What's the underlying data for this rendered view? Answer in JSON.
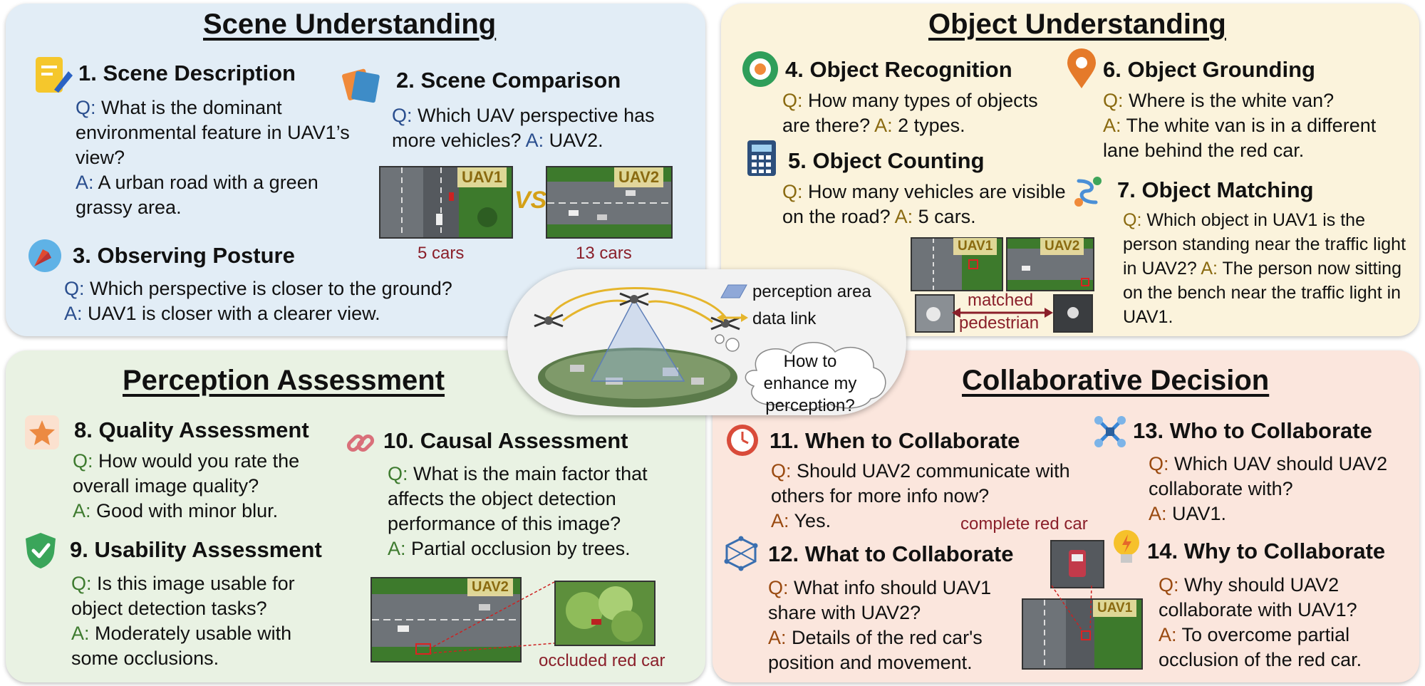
{
  "scene": {
    "title": "Scene Understanding",
    "t1": {
      "head": "1. Scene Description",
      "q_label": "Q:",
      "q": " What is the dominant environmental feature in UAV1’s view?",
      "a_label": "A:",
      "a": " A urban road with a green grassy area."
    },
    "t2": {
      "head": "2. Scene Comparison",
      "q_label": "Q:",
      "q": " Which UAV perspective has more vehicles?",
      "a_label": "A:",
      "a": " UAV2."
    },
    "t3": {
      "head": "3. Observing Posture",
      "q_label": "Q:",
      "q": " Which perspective is closer to the ground?",
      "a_label": "A:",
      "a": " UAV1 is closer with a clearer view."
    },
    "uav1": "UAV1",
    "uav2": "UAV2",
    "vs": "VS",
    "cap1": "5 cars",
    "cap2": "13 cars"
  },
  "object": {
    "title": "Object Understanding",
    "t4": {
      "head": "4. Object Recognition",
      "q_label": "Q:",
      "q": " How many types of objects are there?",
      "a_label": "A:",
      "a": " 2 types."
    },
    "t5": {
      "head": "5. Object Counting",
      "q_label": "Q:",
      "q": " How many vehicles are visible on the road?",
      "a_label": "A:",
      "a": " 5 cars."
    },
    "t6": {
      "head": "6. Object Grounding",
      "q_label": "Q:",
      "q": " Where is the white van?",
      "a_label": "A:",
      "a": " The white van is in a different lane behind the red car."
    },
    "t7": {
      "head": "7. Object Matching",
      "q_label": "Q:",
      "q": " Which object in UAV1 is the person standing near the traffic light in UAV2?",
      "a_label": "A:",
      "a": " The person now sitting on the bench near the traffic light in UAV1."
    },
    "uav1": "UAV1",
    "uav2": "UAV2",
    "matched1": "matched",
    "matched2": "pedestrian"
  },
  "percep": {
    "title": "Perception Assessment",
    "t8": {
      "head": "8. Quality Assessment",
      "q_label": "Q:",
      "q": " How would you rate the overall image quality?",
      "a_label": "A:",
      "a": " Good with minor blur."
    },
    "t9": {
      "head": "9. Usability Assessment",
      "q_label": "Q:",
      "q": " Is this image usable for object detection tasks?",
      "a_label": "A:",
      "a": " Moderately usable with some occlusions."
    },
    "t10": {
      "head": "10. Causal Assessment",
      "q_label": "Q:",
      "q": " What is the main factor that affects the object detection performance of this image?",
      "a_label": "A:",
      "a": " Partial occlusion by trees."
    },
    "uav2": "UAV2",
    "occluded": "occluded red car"
  },
  "collab": {
    "title": "Collaborative Decision",
    "t11": {
      "head": "11. When to Collaborate",
      "q_label": "Q:",
      "q": " Should UAV2 communicate with others for more info now?",
      "a_label": "A:",
      "a": " Yes."
    },
    "t12": {
      "head": "12. What to Collaborate",
      "q_label": "Q:",
      "q": " What info should UAV1 share with UAV2?",
      "a_label": "A:",
      "a": " Details of the red car's position and movement."
    },
    "t13": {
      "head": "13. Who to Collaborate",
      "q_label": "Q:",
      "q": " Which UAV should UAV2 collaborate with?",
      "a_label": "A:",
      "a": " UAV1."
    },
    "t14": {
      "head": "14. Why to Collaborate",
      "q_label": "Q:",
      "q": " Why should UAV2 collaborate with UAV1?",
      "a_label": "A:",
      "a": " To overcome partial occlusion of the red car."
    },
    "complete": "complete red car",
    "uav1": "UAV1"
  },
  "center": {
    "legend_area": "perception area",
    "legend_link": "data link",
    "thought": "How to enhance my perception?"
  },
  "colors": {
    "scene_bg": "#e2edf6",
    "object_bg": "#fbf3dc",
    "percep_bg": "#e9f2e3",
    "collab_bg": "#fbe6dd",
    "caption": "#8a1f2a"
  }
}
